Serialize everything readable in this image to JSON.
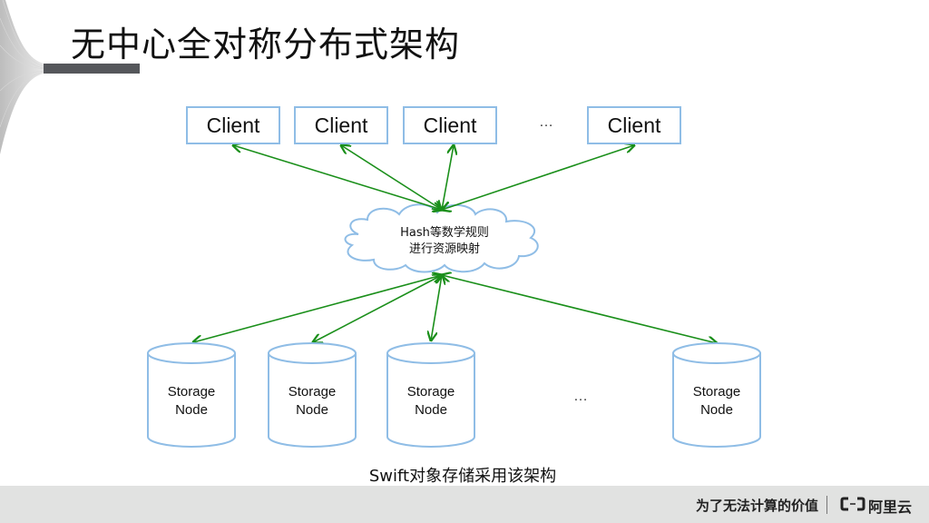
{
  "slide": {
    "title": "无中心全对称分布式架构",
    "caption": "Swift对象存储采用该架构"
  },
  "diagram": {
    "clients": [
      {
        "label": "Client"
      },
      {
        "label": "Client"
      },
      {
        "label": "Client"
      },
      {
        "label": "Client"
      }
    ],
    "clients_ellipsis": "…",
    "hub": {
      "line1": "Hash等数学规则",
      "line2": "进行资源映射"
    },
    "storage_nodes": [
      {
        "line1": "Storage",
        "line2": "Node"
      },
      {
        "line1": "Storage",
        "line2": "Node"
      },
      {
        "line1": "Storage",
        "line2": "Node"
      },
      {
        "line1": "Storage",
        "line2": "Node"
      }
    ],
    "nodes_ellipsis": "…",
    "colors": {
      "box_border": "#8fbde6",
      "arrow": "#1a8f1a"
    }
  },
  "footer": {
    "slogan": "为了无法计算的价值",
    "brand": "阿里云",
    "logo_icon": "aliyun-logo-icon"
  }
}
